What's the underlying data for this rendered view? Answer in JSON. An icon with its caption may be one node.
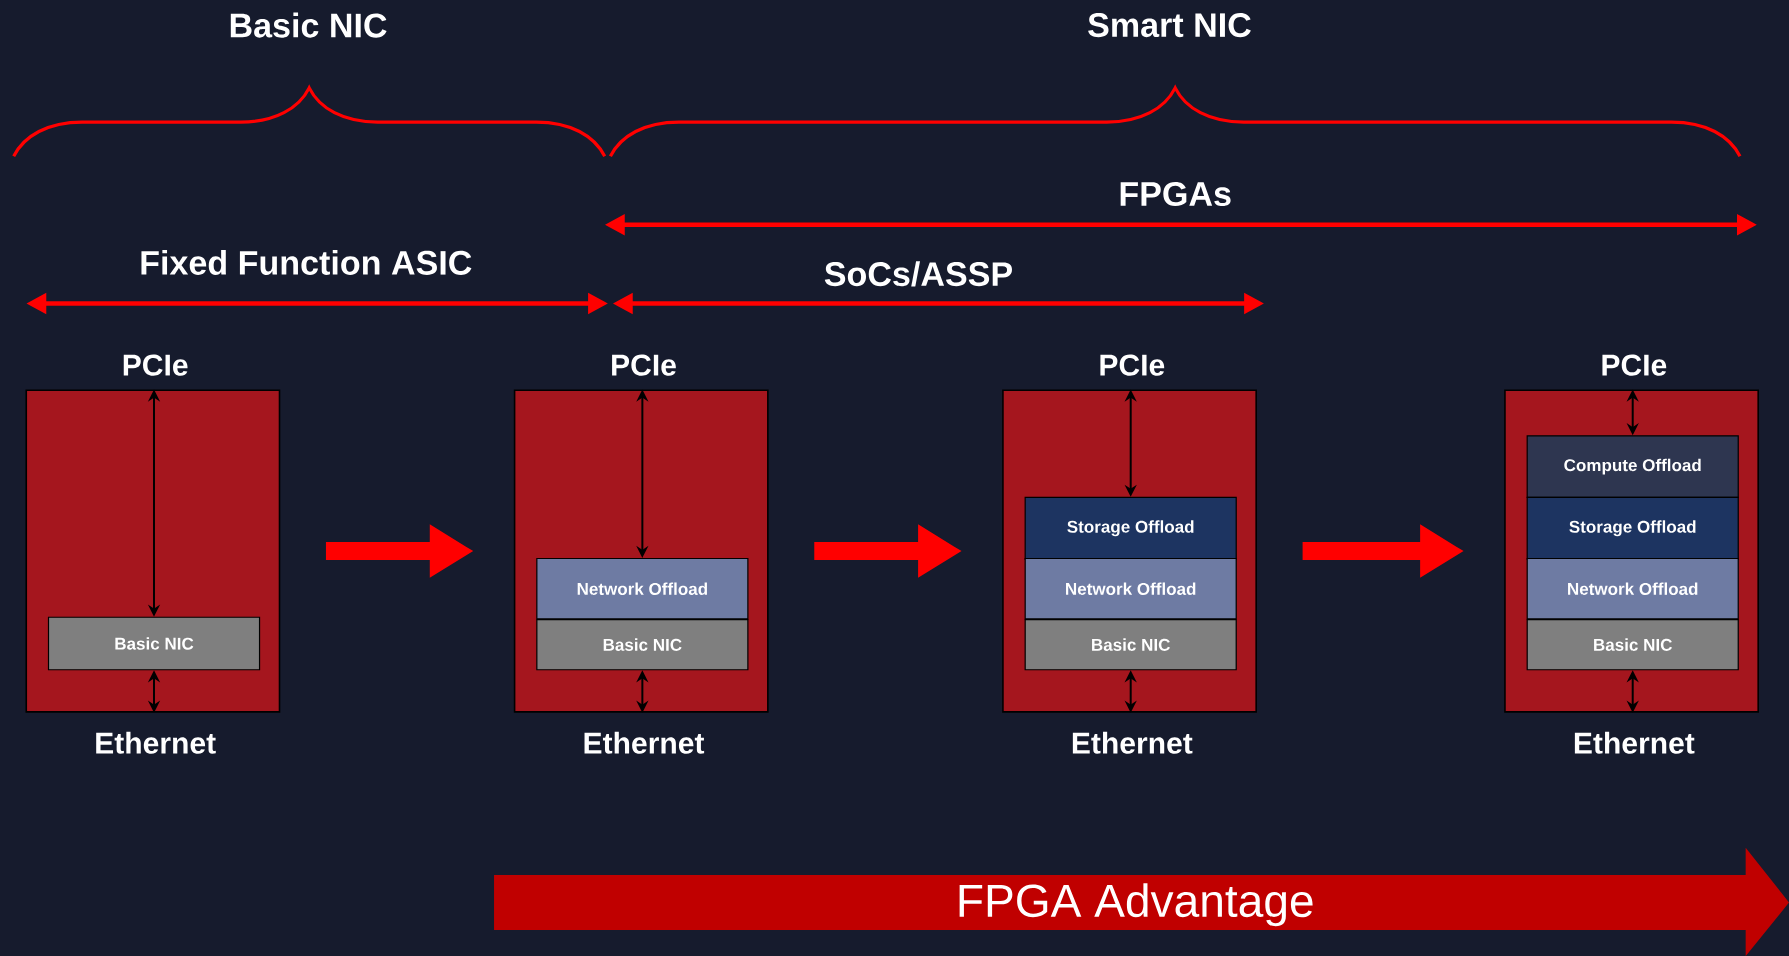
{
  "diagram": {
    "nodes": [
      {
        "text": [
          "PCIe",
          "Ethernet"
        ]
      },
      {
        "text": [
          "Basic NIC"
        ],
        "in": 0
      },
      {
        "text": [
          "PCIe",
          "Ethernet"
        ]
      },
      {
        "text": [
          "Network Offload"
        ],
        "in": 2
      },
      {
        "text": [
          "Basic NIC"
        ],
        "in": 2
      },
      {
        "text": [
          "PCIe",
          "Ethernet"
        ]
      },
      {
        "text": [
          "Storage Offload"
        ],
        "in": 5
      },
      {
        "text": [
          "Network Offload"
        ],
        "in": 5
      },
      {
        "text": [
          "Basic NIC"
        ],
        "in": 5
      },
      {
        "text": [
          "PCIe",
          "Ethernet"
        ]
      },
      {
        "text": [
          "Compute Offload"
        ],
        "in": 9
      },
      {
        "text": [
          "Storage Offload"
        ],
        "in": 9
      },
      {
        "text": [
          "Network Offload"
        ],
        "in": 9
      },
      {
        "text": [
          "Basic NIC"
        ],
        "in": 9
      }
    ],
    "edges": [
      {
        "from": 0,
        "to": 2,
        "arrow": "to",
        "style": "thick",
        "color": "#ff0000"
      },
      {
        "from": 2,
        "to": 5,
        "arrow": "to",
        "style": "thick",
        "color": "#ff0000"
      },
      {
        "from": 5,
        "to": 9,
        "arrow": "to",
        "style": "thick",
        "color": "#ff0000"
      },
      {
        "from": null,
        "to": 1,
        "arrow": "both"
      },
      {
        "from": 1,
        "to": null,
        "arrow": "both"
      },
      {
        "from": null,
        "to": 3,
        "arrow": "both"
      },
      {
        "from": 4,
        "to": null,
        "arrow": "both"
      },
      {
        "from": null,
        "to": 6,
        "arrow": "both"
      },
      {
        "from": 8,
        "to": null,
        "arrow": "both"
      },
      {
        "from": null,
        "to": 10,
        "arrow": "both"
      },
      {
        "from": 13,
        "to": null,
        "arrow": "both"
      }
    ],
    "labels": [
      "Basic NIC",
      "Smart NIC",
      "FPGAs",
      "Fixed Function ASIC",
      "SoCs/ASSP",
      "FPGA Advantage"
    ]
  }
}
